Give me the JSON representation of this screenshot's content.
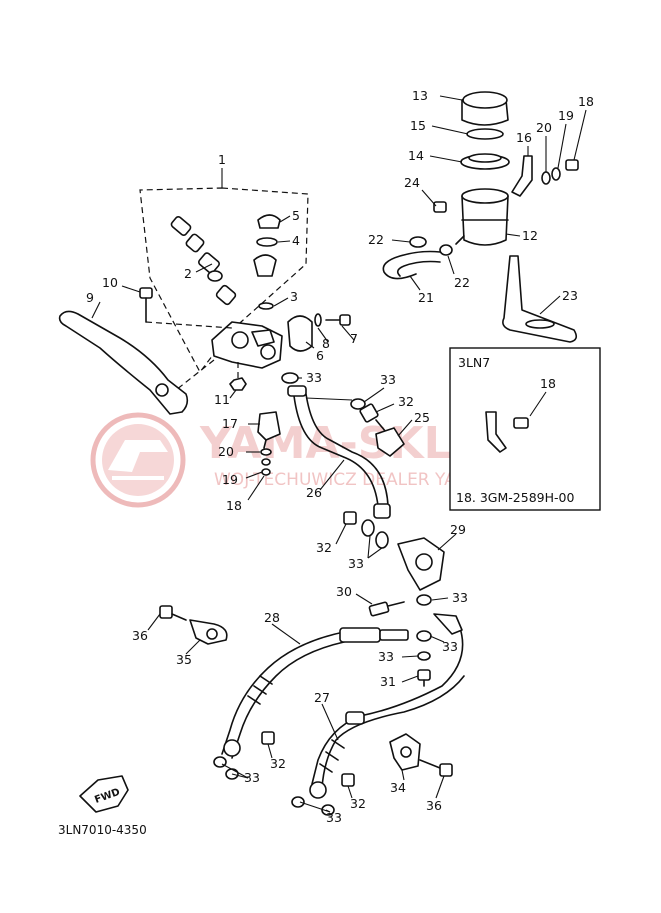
{
  "diagram": {
    "catalog_code": "3LN7010-4350",
    "fwd_marker": "FWD",
    "watermark": {
      "title": "YAMA-SKLEP.PL",
      "subtitle": "WOJ-TECHUWICZ DEALER YAMAHA",
      "color": "#e9a3a3"
    },
    "inset": {
      "model": "3LN7",
      "part_number": "18",
      "note": "18. 3GM-2589H-00"
    },
    "callouts": [
      {
        "id": "c1",
        "label": "1"
      },
      {
        "id": "c2",
        "label": "2"
      },
      {
        "id": "c3",
        "label": "3"
      },
      {
        "id": "c4",
        "label": "4"
      },
      {
        "id": "c5",
        "label": "5"
      },
      {
        "id": "c6",
        "label": "6"
      },
      {
        "id": "c7",
        "label": "7"
      },
      {
        "id": "c8",
        "label": "8"
      },
      {
        "id": "c9",
        "label": "9"
      },
      {
        "id": "c10",
        "label": "10"
      },
      {
        "id": "c11",
        "label": "11"
      },
      {
        "id": "c12",
        "label": "12"
      },
      {
        "id": "c13",
        "label": "13"
      },
      {
        "id": "c14",
        "label": "14"
      },
      {
        "id": "c15",
        "label": "15"
      },
      {
        "id": "c16",
        "label": "16"
      },
      {
        "id": "c17",
        "label": "17"
      },
      {
        "id": "c18a",
        "label": "18"
      },
      {
        "id": "c18b",
        "label": "18"
      },
      {
        "id": "c19a",
        "label": "19"
      },
      {
        "id": "c19b",
        "label": "19"
      },
      {
        "id": "c20a",
        "label": "20"
      },
      {
        "id": "c20b",
        "label": "20"
      },
      {
        "id": "c21",
        "label": "21"
      },
      {
        "id": "c22a",
        "label": "22"
      },
      {
        "id": "c22b",
        "label": "22"
      },
      {
        "id": "c23",
        "label": "23"
      },
      {
        "id": "c24",
        "label": "24"
      },
      {
        "id": "c25",
        "label": "25"
      },
      {
        "id": "c26",
        "label": "26"
      },
      {
        "id": "c27",
        "label": "27"
      },
      {
        "id": "c28",
        "label": "28"
      },
      {
        "id": "c29",
        "label": "29"
      },
      {
        "id": "c30",
        "label": "30"
      },
      {
        "id": "c31",
        "label": "31"
      },
      {
        "id": "c32a",
        "label": "32"
      },
      {
        "id": "c32b",
        "label": "32"
      },
      {
        "id": "c32c",
        "label": "32"
      },
      {
        "id": "c32d",
        "label": "32"
      },
      {
        "id": "c33a",
        "label": "33"
      },
      {
        "id": "c33b",
        "label": "33"
      },
      {
        "id": "c33c",
        "label": "33"
      },
      {
        "id": "c33d",
        "label": "33"
      },
      {
        "id": "c33e",
        "label": "33"
      },
      {
        "id": "c33f",
        "label": "33"
      },
      {
        "id": "c33g",
        "label": "33"
      },
      {
        "id": "c33h",
        "label": "33"
      },
      {
        "id": "c34",
        "label": "34"
      },
      {
        "id": "c35",
        "label": "35"
      },
      {
        "id": "c36a",
        "label": "36"
      },
      {
        "id": "c36b",
        "label": "36"
      }
    ]
  }
}
